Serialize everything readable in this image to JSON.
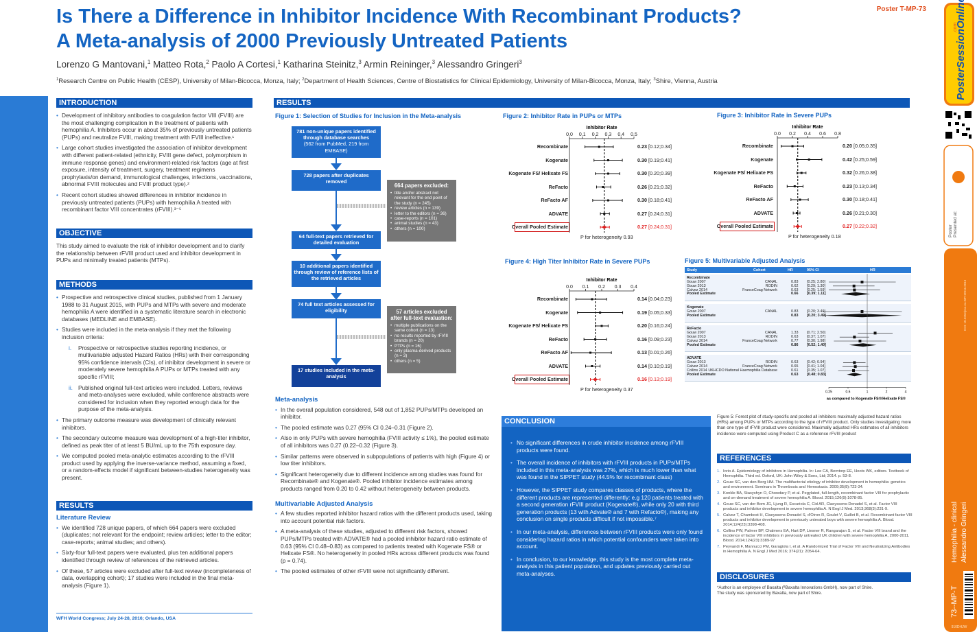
{
  "poster_id": "Poster T-MP-73",
  "title_line1": "Is There a Difference in Inhibitor Incidence With Recombinant Products?",
  "title_line2": "A Meta-analysis of 2000 Previously Untreated Patients",
  "authors": [
    {
      "name": "Lorenzo G Mantovani,",
      "sup": "1"
    },
    {
      "name": " Matteo Rota,",
      "sup": "2"
    },
    {
      "name": " Paolo A Cortesi,",
      "sup": "1"
    },
    {
      "name": " Katharina Steinitz,",
      "sup": "3"
    },
    {
      "name": " Armin Reininger,",
      "sup": "3"
    },
    {
      "name": " Alessandro Gringeri",
      "sup": "3"
    }
  ],
  "affiliations": [
    {
      "sup": "1",
      "text": "Research Centre on Public Health (CESP), University of Milan-Bicocca, Monza, Italy; "
    },
    {
      "sup": "2",
      "text": "Department of Health Sciences, Centre of Biostatistics for Clinical Epidemiology, University of Milan-Bicocca, Monza, Italy; "
    },
    {
      "sup": "3",
      "text": "Shire, Vienna, Austria"
    }
  ],
  "sections": {
    "introduction": "INTRODUCTION",
    "objective": "OBJECTIVE",
    "methods": "METHODS",
    "results": "RESULTS",
    "conclusion": "CONCLUSION",
    "references": "REFERENCES",
    "disclosures": "DISCLOSURES"
  },
  "intro_bullets": [
    "Development of inhibitory antibodies to coagulation factor VIII (FVIII) are the most challenging complication in the treatment of patients with hemophilia A. Inhibitors occur in about 35% of previously untreated patients (PUPs) and neutralize FVIII, making treatment with FVIII ineffective.¹",
    "Large cohort studies investigated the association of inhibitor development with different patient-related (ethnicity, FVIII gene defect, polymorphism in immune response genes) and environment-related risk factors (age at first exposure, intensity of treatment, surgery, treatment regimens prophylaxis/on demand, immunological challenges, infections, vaccinations, abnormal FVIII molecules and FVIII product type).²",
    "Recent cohort studies showed differences in inhibitor incidence in previously untreated patients (PUPs) with hemophilia A treated with recombinant factor VIII concentrates (rFVIII).³⁻⁵"
  ],
  "objective_text": "This study aimed to evaluate the risk of inhibitor development and to clarify the relationship between rFVIII product used and inhibitor development in PUPs and minimally treated patients (MTPs).",
  "methods_bullets_a": [
    "Prospective and retrospective clinical studies, published from 1 January 1988 to 31 August 2015, with PUPs and MTPs with severe and moderate hemophilia A were identified in a systematic literature search in electronic databases (MEDLINE and EMBASE).",
    "Studies were included in the meta-analysis if they met the following inclusion criteria:"
  ],
  "methods_numbered": [
    {
      "n": "i.",
      "text": "Prospective or retrospective studies reporting incidence, or multivariable adjusted Hazard Ratios (HRs) with their corresponding 95% confidence intervals (CIs), of inhibitor development in severe or moderately severe hemophilia A PUPs or MTPs  treated with any specific rFVIII;"
    },
    {
      "n": "ii.",
      "text": "Published original full-text articles were included. Letters, reviews and meta-analyses were excluded, while conference abstracts were considered for inclusion when they reported enough data for the purpose of the meta-analysis."
    }
  ],
  "methods_bullets_b": [
    "The primary outcome measure was development of clinically relevant inhibitors.",
    "The secondary outcome measure was development of a high-titer inhibitor, defined as peak titer of at least 5 BU/mL up to the 75th exposure day.",
    "We computed pooled meta-analytic estimates according to the rFVIII product used by applying the inverse-variance method, assuming a fixed, or a random-effects model if significant between-studies heterogeneity was present."
  ],
  "lit_review_title": "Literature Review",
  "lit_review_bullets": [
    "We identified 728 unique papers, of which 664 papers were excluded (duplicates; not relevant for the endpoint; review articles; letter to the editor; case-reports; animal studies; and others).",
    "Sixty-four full-text papers were evaluated, plus ten additional papers identified through review of references of the retrieved articles.",
    "Of these, 57 articles were excluded after full-text review (incompleteness of data, overlapping cohort); 17 studies were included in the final meta-analysis (Figure 1)."
  ],
  "footer": "WFH World Congress; July 24-28, 2016; Orlando, USA",
  "fig1": {
    "title": "Figure 1: Selection of Studies for Inclusion in the Meta-analysis",
    "box1_bold": "781 non-unique papers identified through database searches",
    "box1_rest": "(562 from PubMed, 219 from EMBASE)",
    "box2": "728 papers after duplicates removed",
    "box3": "64 full-text papers retrieved for detailed evaluation",
    "box4": "10 additional papers identified through review of reference lists of the retrieved articles",
    "box5": "74 full text articles assessed for eligibility",
    "box6": "17 studies included in the meta-analysis",
    "excl1_title": "664 papers excluded:",
    "excl1_items": [
      "title and/or abstract not relevant for the end point of the study (n = 245)",
      "review articles (n = 139)",
      "letter to the editors (n = 36)",
      "case-reports (n = 101)",
      "animal studies (n = 43)",
      "others (n = 100)"
    ],
    "excl2_title": "57 articles excluded after full-text evaluation:",
    "excl2_items": [
      "multiple publications on the same cohort (n = 13)",
      "no results reported by rFVIII brands (n = 20)",
      "PTPs (n = 16)",
      "only plasma-derived products (n = 3)",
      "others (n = 5)"
    ]
  },
  "meta_title": "Meta-analysis",
  "meta_bullets": [
    "In the overall population considered, 548 out of 1,852 PUPs/MTPs  developed an inhibitor.",
    "The pooled estimate was 0.27 (95% CI 0.24–0.31 (Figure 2).",
    "Also in only PUPs with severe hemophilia (FVIII activity ≤ 1%), the pooled estimate of all inhibitors was 0.27 (0.22–0.32 (Figure 3).",
    "Similar patterns were observed in subpopulations of patients with high (Figure 4) or low titer inhibitors.",
    "Significant heterogeneity due to different incidence among studies was found for Recombinate® and Kogenate®. Pooled inhibitor incidence estimates among products ranged from 0.20 to 0.42 without heterogeneity between products."
  ],
  "mv_title": "Multivariable Adjusted Analysis",
  "mv_bullets": [
    "A few studies reported inhibitor hazard ratios with the different products used, taking into account potential risk factors.",
    "A meta-analysis of these studies, adjusted to different risk factors, showed PUPs/MTPs treated with ADVATE® had a pooled inhibitor hazard ratio estimate of 0.63 (95% CI 0.48–0.83) as compared to patients treated with Kogenate FS® or Helixate FS®. No heterogeneity in pooled HRs across different products was found (p = 0.74).",
    "The pooled estimates of other rFVIII were not significantly different."
  ],
  "chart_data": [
    {
      "type": "forest",
      "title": "Figure 2: Inhibitor Rate in PUPs or MTPs",
      "xlabel": "Inhibitor Rate",
      "xlim": [
        0,
        0.5
      ],
      "ticks": [
        "0.0",
        "0.1",
        "0.2",
        "0.3",
        "0.4",
        "0.5"
      ],
      "ref_line": 0.27,
      "categories": [
        "Recombinate",
        "Kogenate",
        "Kogenate FS/ Helixate FS",
        "ReFacto",
        "ReFacto AF",
        "ADVATE",
        "Overall Pooled Estimate"
      ],
      "est": [
        0.23,
        0.3,
        0.3,
        0.26,
        0.3,
        0.27,
        0.27
      ],
      "lo": [
        0.12,
        0.19,
        0.2,
        0.21,
        0.18,
        0.24,
        0.24
      ],
      "hi": [
        0.34,
        0.41,
        0.39,
        0.32,
        0.41,
        0.31,
        0.31
      ],
      "est_text": [
        "0.23",
        "0.30",
        "0.30",
        "0.26",
        "0.30",
        "0.27",
        "0.27"
      ],
      "ci_text": [
        "[0.12;0.34]",
        "[0.19;0.41]",
        "[0.20;0.39]",
        "[0.21;0.32]",
        "[0.18;0.41]",
        "[0.24;0.31]",
        "[0.24;0.31]"
      ],
      "note": "P for heterogeneity 0.93"
    },
    {
      "type": "forest",
      "title": "Figure 3: Inhibitor Rate in Severe PUPs",
      "xlabel": "Inhibitor Rate",
      "xlim": [
        0,
        0.8
      ],
      "ticks": [
        "0.0",
        "0.2",
        "0.4",
        "0.6",
        "0.8"
      ],
      "ref_line": 0.27,
      "categories": [
        "Recombinate",
        "Kogenate",
        "Kogenate FS/ Helixate FS",
        "ReFacto",
        "ReFacto AF",
        "ADVATE",
        "Overall Pooled Estimate"
      ],
      "est": [
        0.2,
        0.42,
        0.32,
        0.23,
        0.3,
        0.26,
        0.27
      ],
      "lo": [
        0.05,
        0.25,
        0.26,
        0.13,
        0.18,
        0.21,
        0.22
      ],
      "hi": [
        0.35,
        0.59,
        0.38,
        0.34,
        0.41,
        0.3,
        0.32
      ],
      "est_text": [
        "0.20",
        "0.42",
        "0.32",
        "0.23",
        "0.30",
        "0.26",
        "0.27"
      ],
      "ci_text": [
        "[0.05;0.35]",
        "[0.25;0.59]",
        "[0.26;0.38]",
        "[0.13;0.34]",
        "[0.18;0.41]",
        "[0.21;0.30]",
        "[0.22;0.32]"
      ],
      "note": "P for heterogeneity 0.18"
    },
    {
      "type": "forest",
      "title": "Figure 4: High Titer Inhibitor Rate in Severe PUPs",
      "xlabel": "Inhibitor Rate",
      "xlim": [
        0,
        0.4
      ],
      "ticks": [
        "0.0",
        "0.1",
        "0.2",
        "0.3",
        "0.4"
      ],
      "ref_line": 0.16,
      "categories": [
        "Recombinate",
        "Kogenate",
        "Kogenate FS/ Helixate FS",
        "ReFacto",
        "ReFacto AF",
        "ADVATE",
        "Overall Pooled Estimate"
      ],
      "est": [
        0.14,
        0.19,
        0.2,
        0.16,
        0.13,
        0.14,
        0.16
      ],
      "lo": [
        0.04,
        0.05,
        0.16,
        0.09,
        0.01,
        0.1,
        0.13
      ],
      "hi": [
        0.23,
        0.33,
        0.24,
        0.23,
        0.26,
        0.19,
        0.19
      ],
      "est_text": [
        "0.14",
        "0.19",
        "0.20",
        "0.16",
        "0.13",
        "0.14",
        "0.16"
      ],
      "ci_text": [
        "[0.04;0.23]",
        "[0.05;0.33]",
        "[0.16;0.24]",
        "[0.09;0.23]",
        "[0.01;0.26]",
        "[0.10;0.19]",
        "[0.13;0.19]"
      ],
      "note": "P for heterogeneity 0.37"
    },
    {
      "type": "forest",
      "title": "Figure 5: Multivariable Adjusted Analysis",
      "xlabel": "as compared to Kogenate FS®/Helixate FS®",
      "xscale": "log",
      "xlim": [
        0.25,
        4
      ],
      "ticks": [
        "0.25",
        "0.5",
        "1",
        "2",
        "4"
      ],
      "columns": [
        "Study",
        "Cohort",
        "HR",
        "95% CI",
        "HR"
      ],
      "groups": [
        {
          "name": "Recombinate",
          "rows": [
            {
              "study": "Gouw 2007",
              "cohort": "CANAL",
              "hr": 0.83,
              "ci": "[0.25; 2.80]",
              "lo": 0.25,
              "hi": 2.8
            },
            {
              "study": "Gouw 2013",
              "cohort": "RODIN",
              "hr": 0.62,
              "ci": "[0.29; 1.30]",
              "lo": 0.29,
              "hi": 1.3
            },
            {
              "study": "Calvez 2014",
              "cohort": "FranceCoag Network",
              "hr": 0.63,
              "ci": "[0.25; 1.59]",
              "lo": 0.25,
              "hi": 1.59
            }
          ],
          "pooled": {
            "hr": 0.66,
            "ci": "[0.39; 1.11]",
            "lo": 0.39,
            "hi": 1.11
          }
        },
        {
          "name": "Kogenate",
          "rows": [
            {
              "study": "Gouw 2007",
              "cohort": "CANAL",
              "hr": 0.83,
              "ci": "[0.20; 3.49]",
              "lo": 0.2,
              "hi": 3.49
            }
          ],
          "pooled": {
            "hr": 0.83,
            "ci": "[0.20; 3.49]",
            "lo": 0.2,
            "hi": 3.49
          }
        },
        {
          "name": "ReFacto",
          "rows": [
            {
              "study": "Gouw 2007",
              "cohort": "CANAL",
              "hr": 1.33,
              "ci": "[0.71; 2.50]",
              "lo": 0.71,
              "hi": 2.5
            },
            {
              "study": "Gouw 2013",
              "cohort": "RODIN",
              "hr": 0.63,
              "ci": "[0.37; 1.07]",
              "lo": 0.37,
              "hi": 1.07
            },
            {
              "study": "Calvez 2014",
              "cohort": "FranceCoag Network",
              "hr": 0.77,
              "ci": "[0.30; 1.98]",
              "lo": 0.3,
              "hi": 1.98
            }
          ],
          "pooled": {
            "hr": 0.86,
            "ci": "[0.52; 1.40]",
            "lo": 0.52,
            "hi": 1.4
          }
        },
        {
          "name": "ADVATE",
          "rows": [
            {
              "study": "Gouw 2013",
              "cohort": "RODIN",
              "hr": 0.63,
              "ci": "[0.42; 0.94]",
              "lo": 0.42,
              "hi": 0.94
            },
            {
              "study": "Calvez 2014",
              "cohort": "FranceCoag Network",
              "hr": 0.65,
              "ci": "[0.41; 1.04]",
              "lo": 0.41,
              "hi": 1.04
            },
            {
              "study": "Collins 2014",
              "cohort": "UKHCDO National Haemophilia Database",
              "hr": 0.61,
              "ci": "[0.35; 1.07]",
              "lo": 0.35,
              "hi": 1.07
            }
          ],
          "pooled": {
            "hr": 0.63,
            "ci": "[0.48; 0.83]",
            "lo": 0.48,
            "hi": 0.83
          }
        }
      ],
      "study_label": "Study",
      "pooled_label": "Pooled Estimate"
    }
  ],
  "fig5_caption": "Figure 5: Forest plot of study-specific and pooled all inhibitors maximally adjusted hazard ratios (HRs) among PUPs or MTPs according to the type of rFVIII product. Only studies investigating more than one type of rFVIII product were considered. Maximally adjusted HRs estimates of all inhibitors incidence were computed using Product C as a reference rFVIII product",
  "conclusion_bullets": [
    "No significant differences in crude inhibitor incidence among rFVIII products were found.",
    "The overall incidence of inhibitors with rFVIII products in PUPs/MTPs included in this meta-analysis was 27%, which is much lower than what was found in the SIPPET study (44.5% for recombinant class)",
    "However, the SIPPET study compares classes of products, where the different products are represented differently: e.g 120 patients treated with a second generation rFVIII product (Kogenate®), while only 20 with third generation products (13 with Advate® and 7 with Refacto®), making any conclusion on single products difficult if not impossible.⁷",
    "In our meta-analysis, differences between rFVIII products were only found considering hazard ratios in which potential confounders were taken into account.",
    "In conclusion, to our knowledge, this study is the most complete meta-analysis in this patient population, and updates previously carried out meta-analyses."
  ],
  "references": [
    "Iorio A. Epidemiology of inhibitors in Hemophilia. In: Lee CA, Berntorp EE, Hoots WK, editors. Textbook of Hemophilia. Third ed. Oxford, UK: John Wiley & Sons, Ltd; 2014. p. 53-8.",
    "Gouw SC, van den Berg HM. The multifactorial etiology of inhibitor development in hemophilia: genetics and environment. Seminars in Thrombosis and Hemostasis. 2009;35(8):723-34.",
    "Konkle BA, Stasyshyn O, Chowdary P, et al. Pegylated, full-length, recombinant factor VIII for prophylactic and on-demand treatment of severe hemophilia A. Blood. 2015;126(9):1078-85.",
    "Gouw SC, van der Bom JG, Ljung R, Escuriola C, Cid AR, Claeyssens-Donadel S, et al. Factor VIII products and inhibitor development in severe hemophilia A. N Engl J Med. 2013;368(3):231-9.",
    "Calvez T, Chambost H, Claeyssens-Donadel S, d'Oiron R, Goulet V, Guillet B, et al. Recombinant factor VIII products and inhibitor development in previously untreated boys with severe hemophilia A. Blood. 2014;124(23):3398-408.",
    "Collins PW, Palmer BP, Chalmers EA, Hart DP, Liesner R, Rangarajan S, et al. Factor VIII brand and the incidence of factor VIII inhibitors in previously untreated UK children with severe hemophilia A, 2000-2011. Blood. 2014;124(23):3389-97",
    "Peyvandi F, Mannucci PM, Garagiola I, et al. A Randomized Trial of Factor VIII and Neutralizing Antibodies in Hemophilia A. N Engl J Med 2016; 374(21): 2054-64."
  ],
  "disclosures": [
    "*Author is an employee of Baxalta (ᴮBaxalta Innovations GmbH), now part of Shire.",
    "The study was sponsored by Baxalta, now part of Shire."
  ],
  "sidebar": {
    "brand": "PosterSessionOnline",
    "brand_suffix": ".com",
    "presented_at": "Presented at:",
    "poster_word": "Poster",
    "doi": "DOI: 10.3252/pso.eu.WFH2016.2016",
    "topic": "Hemophilia - clinical",
    "presenter": "Alessandro Gringeri",
    "code": "73--MP-T",
    "code2": "910DHJW"
  },
  "colors": {
    "title_blue": "#1364c2",
    "section_blue": "#0d57b7",
    "orange": "#f07a10",
    "pooled_red": "#e01e1e"
  }
}
